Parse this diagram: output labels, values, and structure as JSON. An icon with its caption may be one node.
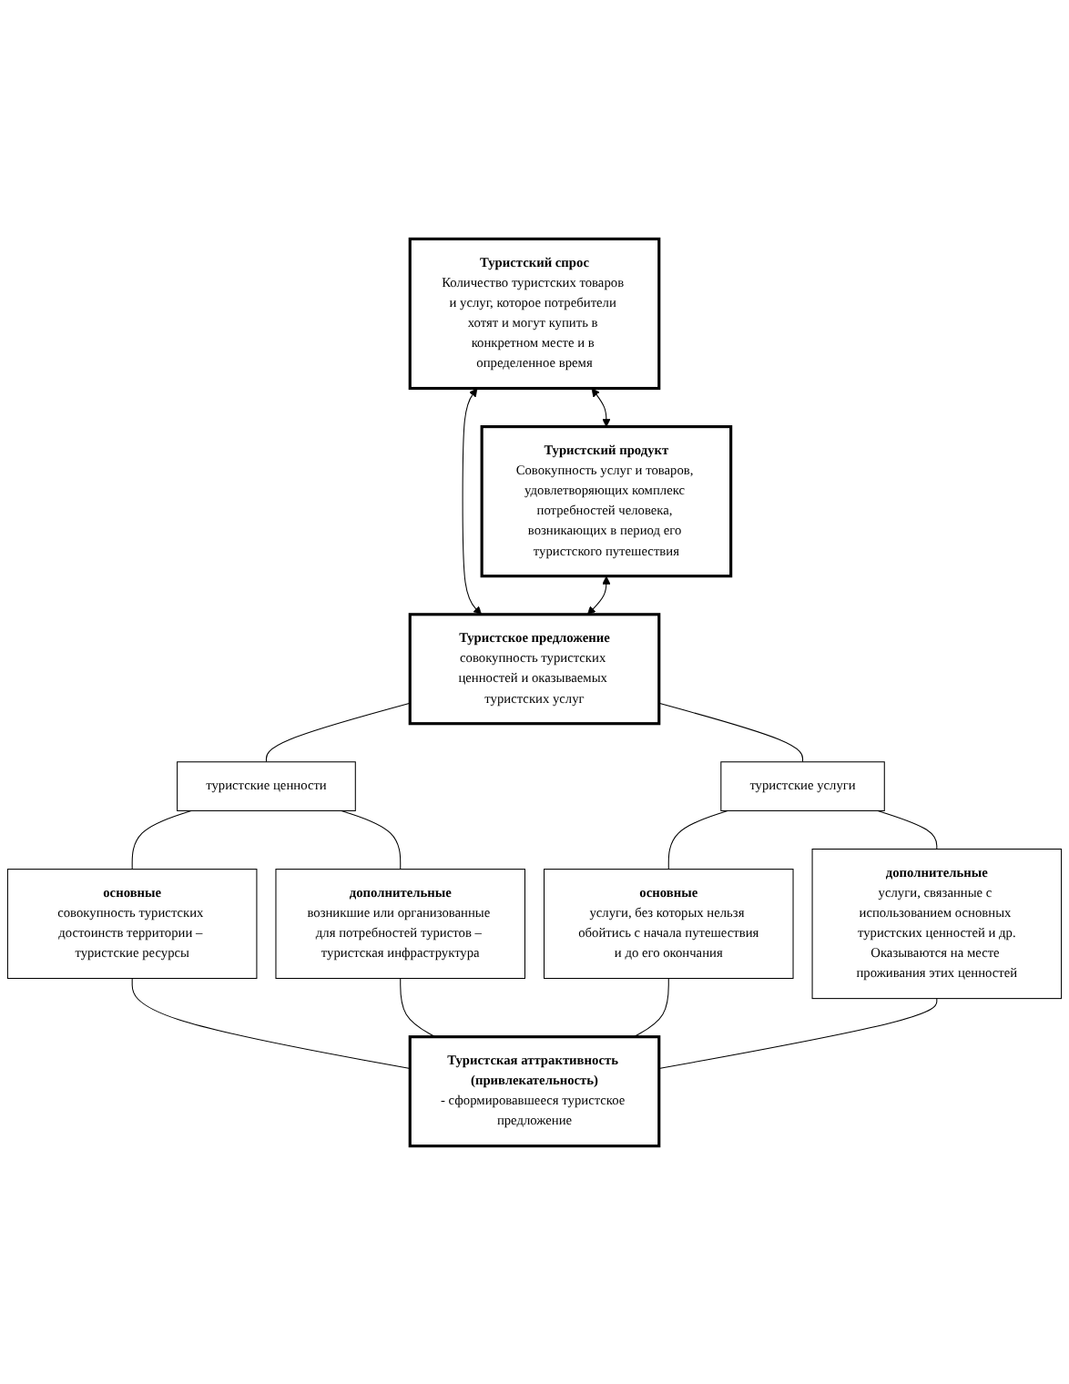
{
  "diagram": {
    "nodes": [
      {
        "text": [
          "Туристский спрос",
          "Количество туристских товаров и услуг, которое потребители хотят и могут купить в конкретном месте и в определенное время"
        ]
      },
      {
        "text": [
          "Туристский продукт",
          "Совокупность услуг и товаров, удовлетворяющих комплекс потребностей человека, возникающих в период его туристского путешествия"
        ]
      },
      {
        "text": [
          "Туристское предложение",
          "совокупность туристских ценностей и оказываемых туристских услуг"
        ]
      },
      {
        "text": [
          "туристские ценности"
        ]
      },
      {
        "text": [
          "туристские услуги"
        ]
      },
      {
        "text": [
          "основные",
          "совокупность туристских достоинств территории – туристские ресурсы"
        ]
      },
      {
        "text": [
          "дополнительные",
          "возникшие или организованные для потребностей туристов – туристская инфраструктура"
        ]
      },
      {
        "text": [
          "основные",
          "услуги, без которых нельзя обойтись с начала путешествия",
          "и до его окончания"
        ]
      },
      {
        "text": [
          "дополнительные",
          "услуги, связанные с использованием основных туристских ценностей и др.",
          "Оказываются на месте проживания этих ценностей"
        ]
      },
      {
        "text": [
          "Туристская аттрактивность (привлекательность)",
          "- сформировавшееся туристское предложение"
        ]
      }
    ],
    "edges": [
      {
        "from": 0,
        "to": 1,
        "arrow": "both"
      },
      {
        "from": 0,
        "to": 2,
        "arrow": "both"
      },
      {
        "from": 1,
        "to": 2,
        "arrow": "both"
      },
      {
        "from": 2,
        "to": 3,
        "arrow": "none"
      },
      {
        "from": 2,
        "to": 4,
        "arrow": "none"
      },
      {
        "from": 3,
        "to": 5,
        "arrow": "none"
      },
      {
        "from": 3,
        "to": 6,
        "arrow": "none"
      },
      {
        "from": 4,
        "to": 7,
        "arrow": "none"
      },
      {
        "from": 4,
        "to": 8,
        "arrow": "none"
      },
      {
        "from": 5,
        "to": 9,
        "arrow": "none"
      },
      {
        "from": 6,
        "to": 9,
        "arrow": "none"
      },
      {
        "from": 7,
        "to": 9,
        "arrow": "none"
      },
      {
        "from": 8,
        "to": 9,
        "arrow": "none"
      }
    ]
  }
}
